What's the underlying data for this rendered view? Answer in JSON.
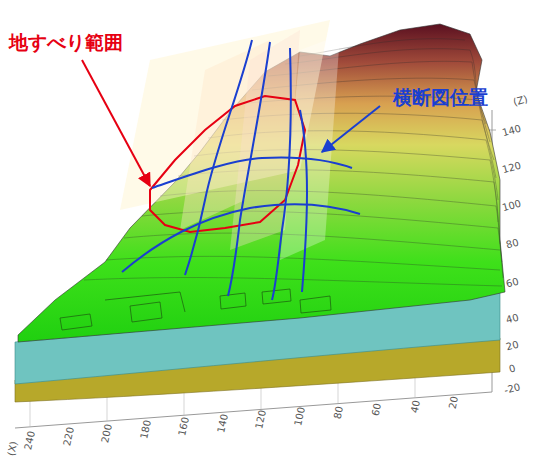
{
  "diagram": {
    "labels": [
      "地すべり範囲",
      "横断図位置",
      "(Z)",
      "140",
      "120",
      "100",
      "80",
      "60",
      "40",
      "20",
      "0",
      "-20",
      "(X)",
      "240",
      "220",
      "200",
      "180",
      "160",
      "140",
      "120",
      "100",
      "80",
      "60",
      "40",
      "20"
    ]
  }
}
